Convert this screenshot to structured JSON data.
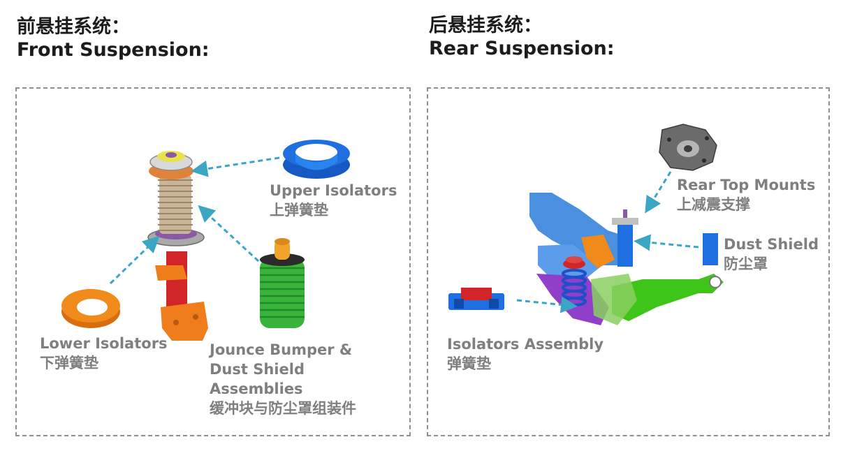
{
  "front": {
    "title_cn": "前悬挂系统：",
    "title_en": "Front Suspension:",
    "labels": {
      "upper_isolators_en": "Upper Isolators",
      "upper_isolators_cn": "上弹簧垫",
      "lower_isolators_en": "Lower Isolators",
      "lower_isolators_cn": "下弹簧垫",
      "jounce_en_1": "Jounce Bumper &",
      "jounce_en_2": "Dust Shield",
      "jounce_en_3": "Assemblies",
      "jounce_cn": "缓冲块与防尘罩组装件"
    }
  },
  "rear": {
    "title_cn": "后悬挂系统：",
    "title_en": "Rear Suspension:",
    "labels": {
      "top_mounts_en": "Rear Top Mounts",
      "top_mounts_cn": "上减震支撑",
      "dust_shield_en": "Dust Shield",
      "dust_shield_cn": "防尘罩",
      "isolators_assembly_en": "Isolators Assembly",
      "isolators_assembly_cn": "弹簧垫"
    }
  },
  "colors": {
    "label_gray": "#7f7f7f",
    "leader_teal": "#3aa6c4",
    "isolator_blue": "#1f6fe0",
    "isolator_orange": "#f08a1a",
    "bumper_green": "#38b43a",
    "strut_red": "#d2252a",
    "arm_green": "#3fc41a"
  }
}
